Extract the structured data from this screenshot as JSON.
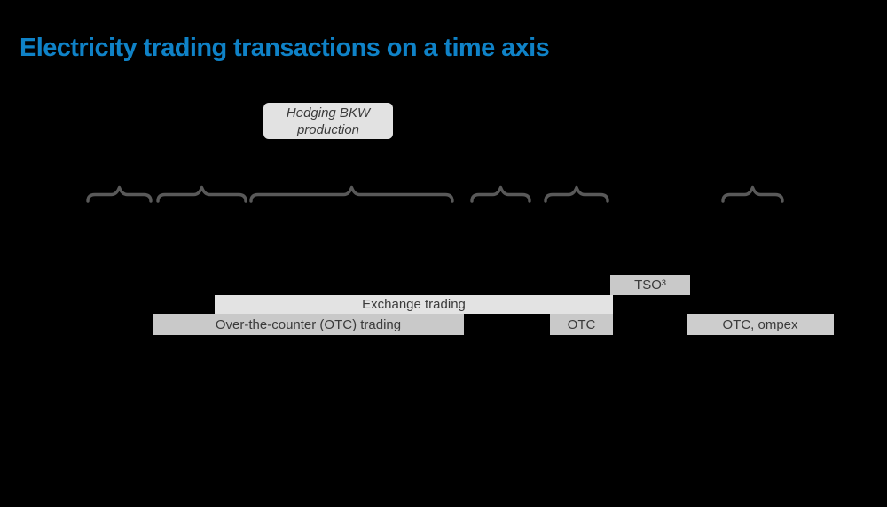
{
  "canvas": {
    "background_color": "#000000"
  },
  "title": {
    "text": "Electricity trading transactions on a time axis",
    "color": "#0F82C7"
  },
  "hedging_box": {
    "lines": [
      "Hedging BKW",
      "production"
    ],
    "background_color": "#E2E2E2",
    "text_color": "#3B3B3B"
  },
  "braces": {
    "count": 6,
    "color": "#595959"
  },
  "bars": {
    "tso": {
      "label": "TSO³",
      "color": "#C9C9C9"
    },
    "exchange": {
      "label": "Exchange trading",
      "color": "#E3E3E3"
    },
    "otc_long": {
      "label": "Over-the-counter (OTC) trading",
      "color": "#C9C9C9"
    },
    "otc_short": {
      "label": "OTC",
      "color": "#C9C9C9"
    },
    "otc_ompex": {
      "label": "OTC, ompex",
      "color": "#CDCDCD"
    }
  }
}
